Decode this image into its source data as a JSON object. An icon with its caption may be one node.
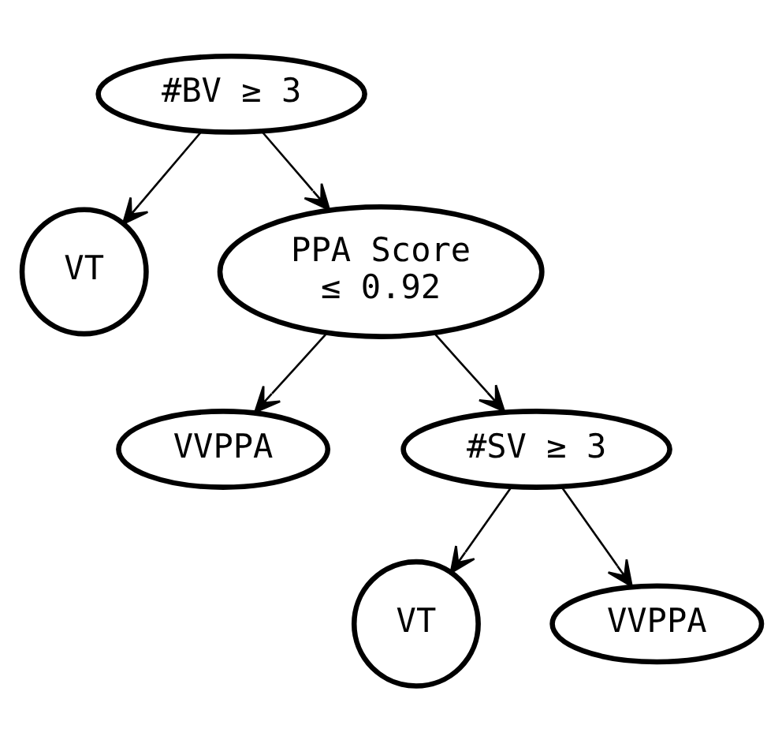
{
  "diagram": {
    "nodes": [
      {
        "text": [
          "#BV ≥ 3"
        ]
      },
      {
        "text": [
          "VT"
        ]
      },
      {
        "text": [
          "PPA Score ≤ 0.92"
        ]
      },
      {
        "text": [
          "VVPPA"
        ]
      },
      {
        "text": [
          "#SV ≥ 3"
        ]
      },
      {
        "text": [
          "VT"
        ]
      },
      {
        "text": [
          "VVPPA"
        ]
      }
    ],
    "edges": [
      {
        "from": 0,
        "to": 1,
        "arrow": "to"
      },
      {
        "from": 0,
        "to": 2,
        "arrow": "to"
      },
      {
        "from": 2,
        "to": 3,
        "arrow": "to"
      },
      {
        "from": 2,
        "to": 4,
        "arrow": "to"
      },
      {
        "from": 4,
        "to": 5,
        "arrow": "to"
      },
      {
        "from": 4,
        "to": 6,
        "arrow": "to"
      }
    ]
  }
}
